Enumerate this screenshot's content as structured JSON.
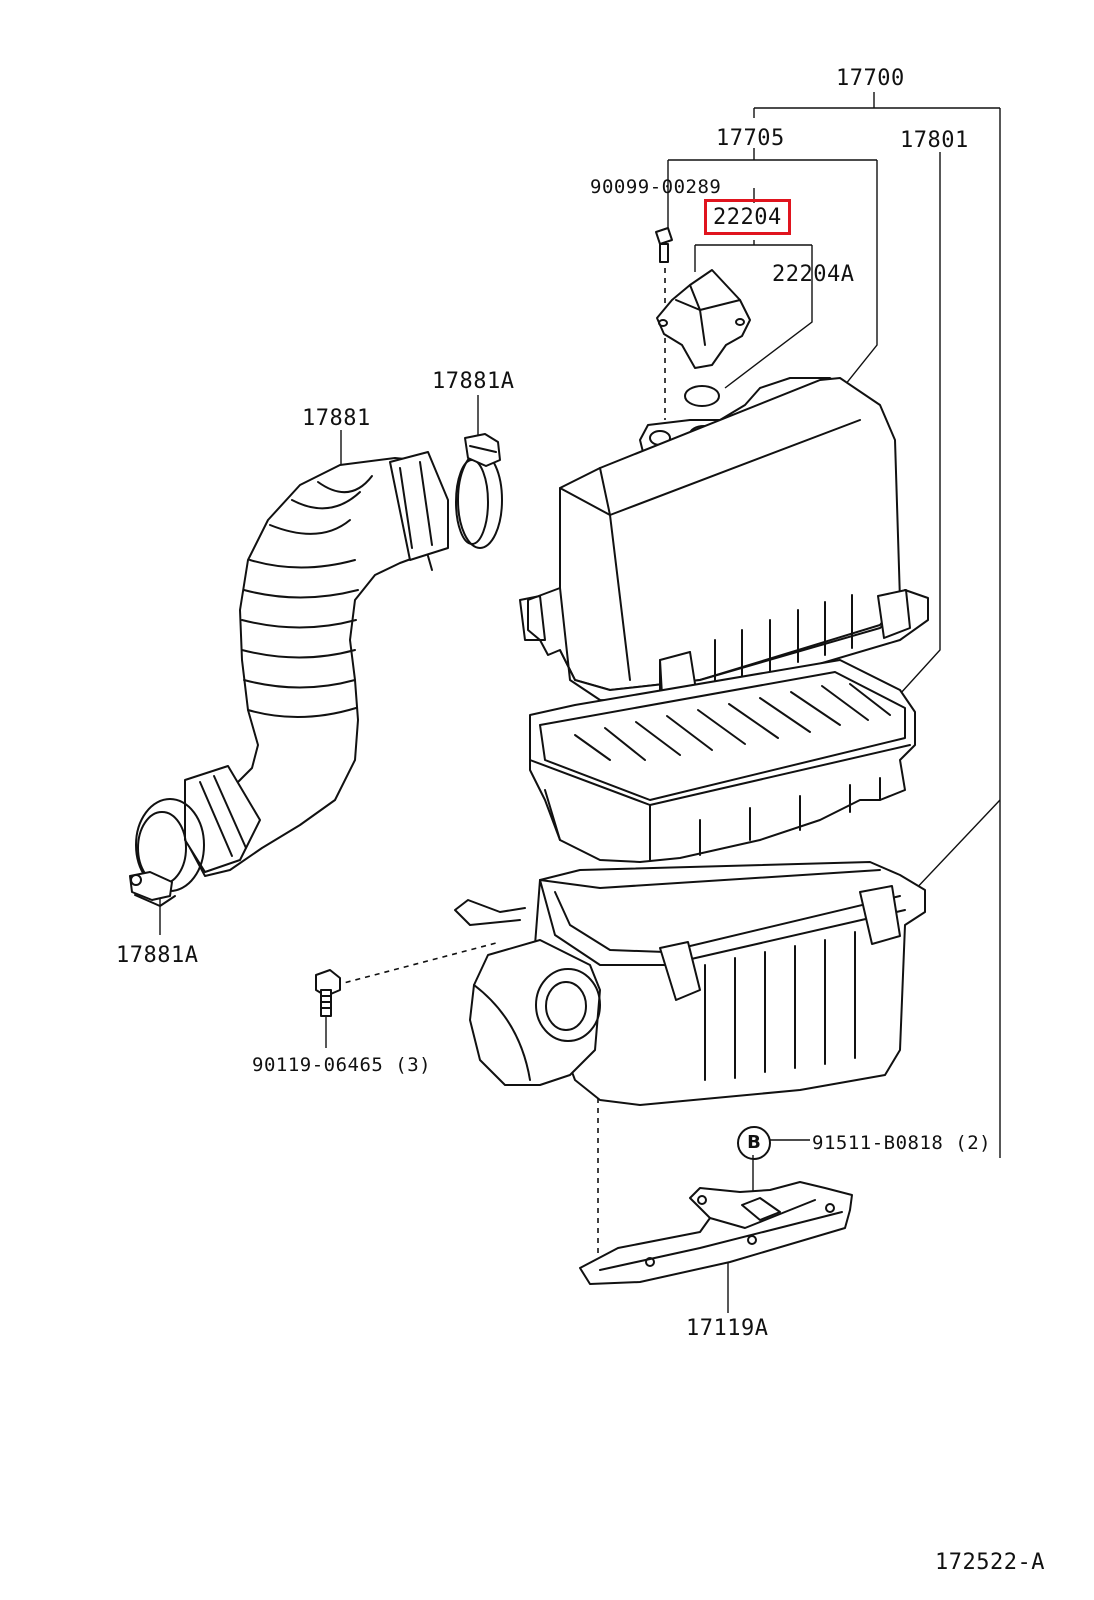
{
  "parts": {
    "p17700": "17700",
    "p17705": "17705",
    "p17801": "17801",
    "p90099": "90099-00289",
    "p22204": "22204",
    "p22204a": "22204A",
    "p17881": "17881",
    "p17881a_top": "17881A",
    "p17881a_bottom": "17881A",
    "p90119": "90119-06465 (3)",
    "p91511": "91511-B0818 (2)",
    "p17119a": "17119A"
  },
  "callout": {
    "letter": "B"
  },
  "highlight": {
    "part": "22204",
    "color": "#e0141e"
  },
  "figure_id": "172522-A"
}
